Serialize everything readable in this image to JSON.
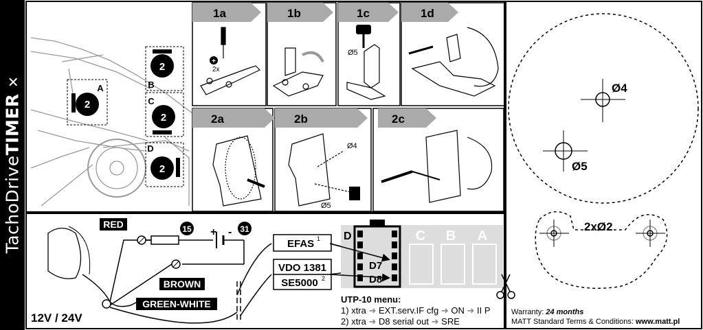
{
  "brand": {
    "part1": "TachoDrive",
    "part2": "TIMER"
  },
  "steps": {
    "s1a": "1a",
    "s1b": "1b",
    "s1c": "1c",
    "s1d": "1d",
    "s2a": "2a",
    "s2b": "2b",
    "s2c": "2c"
  },
  "screw_note": "2x",
  "dims": {
    "d4": "Ø4",
    "d5": "Ø5",
    "d4_big": "Ø4",
    "d5_big": "Ø5",
    "d2": "2xØ2"
  },
  "positions": {
    "a": "A",
    "b": "B",
    "c": "C",
    "d": "D"
  },
  "timer_digit": "2",
  "wiring": {
    "red": "RED",
    "brown": "BROWN",
    "green_white": "GREEN-WHITE",
    "voltage": "12V / 24V",
    "terminal_15": "15",
    "terminal_31": "31",
    "plus": "+",
    "minus": "-",
    "efas": "EFAS",
    "efas_sup": "1",
    "vdo": "VDO 1381",
    "se": "SE5000",
    "se_sup": "2",
    "connector_d": "D",
    "connector_c": "C",
    "connector_b": "B",
    "connector_a": "A",
    "d7": "D7",
    "d8": "D8"
  },
  "menu": {
    "title": "UTP-10 menu:",
    "line1": {
      "n": "1)",
      "a": "xtra",
      "b": "EXT.serv.IF cfg",
      "c": "ON",
      "d": "II P"
    },
    "line2": {
      "n": "2)",
      "a": "xtra",
      "b": "D8 serial out",
      "c": "SRE"
    }
  },
  "footer": {
    "warranty_label": "Warranty:",
    "warranty_value": "24 months",
    "terms_label": "MATT Standard Terms & Conditions:",
    "terms_value": "www.matt.pl"
  }
}
